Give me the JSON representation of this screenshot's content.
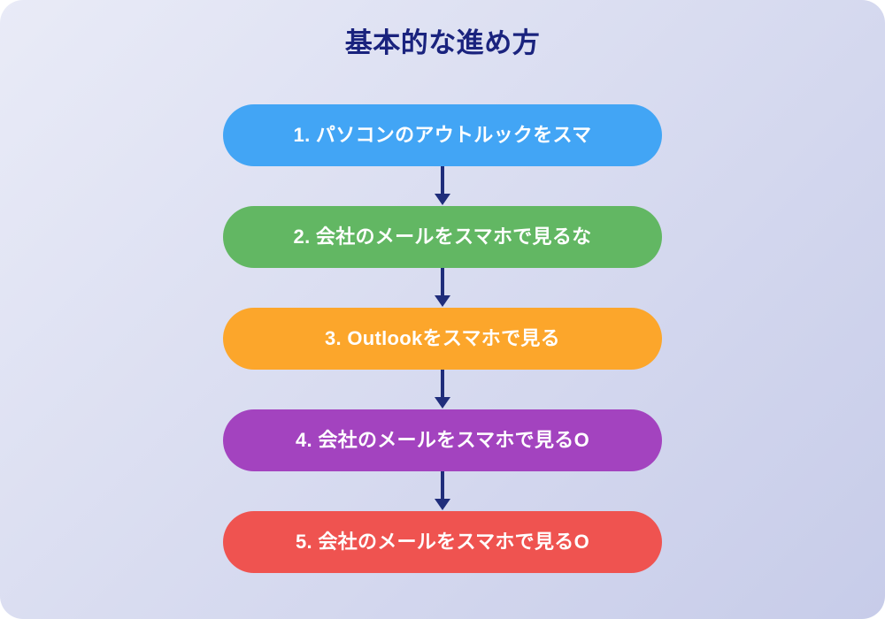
{
  "diagram": {
    "title": "基本的な進め方",
    "title_color": "#1a237e",
    "background_from": "#e9ebf7",
    "background_to": "#c7cce9",
    "connector_color": "#1f2d7b",
    "connector_icon": "arrow-down-icon",
    "steps": [
      {
        "number": "1.",
        "label": "1. パソコンのアウトルックをスマ",
        "color": "#42a5f5",
        "text_color": "#ffffff"
      },
      {
        "number": "2.",
        "label": "2. 会社のメールをスマホで見るな",
        "color": "#62b763",
        "text_color": "#ffffff"
      },
      {
        "number": "3.",
        "label": "3. Outlookをスマホで見る",
        "color": "#fca62b",
        "text_color": "#ffffff"
      },
      {
        "number": "4.",
        "label": "4. 会社のメールをスマホで見るO",
        "color": "#a343bf",
        "text_color": "#ffffff"
      },
      {
        "number": "5.",
        "label": "5. 会社のメールをスマホで見るO",
        "color": "#ef5350",
        "text_color": "#ffffff"
      }
    ]
  }
}
